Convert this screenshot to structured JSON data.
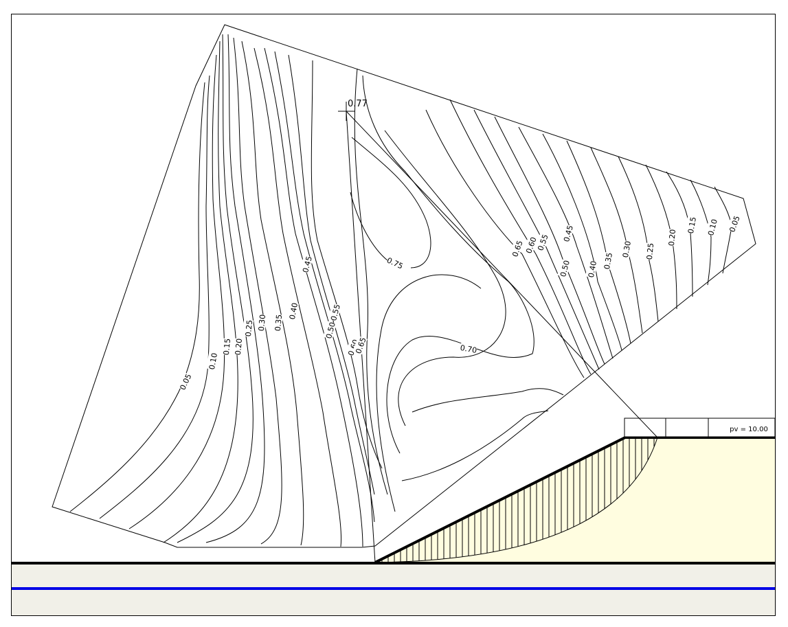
{
  "critical_point": {
    "label": "0.77"
  },
  "contour_labels": {
    "left": [
      "0.05",
      "0.10",
      "0.15",
      "0.20",
      "0.25",
      "0.30",
      "0.35",
      "0.40",
      "0.45",
      "0.50",
      "0.55",
      "0.60",
      "0.65"
    ],
    "right": [
      "0.65",
      "0.60",
      "0.55",
      "0.50",
      "0.45",
      "0.40",
      "0.35",
      "0.30",
      "0.25",
      "0.20",
      "0.15",
      "0.10",
      "0.05"
    ],
    "inner": [
      "0.70",
      "0.75"
    ]
  },
  "load_label": "pv = 10.00",
  "colors": {
    "soil_fill": "#fffde0",
    "base_fill": "#f1f0e8",
    "water_line": "#0000e6",
    "line": "#000000"
  }
}
